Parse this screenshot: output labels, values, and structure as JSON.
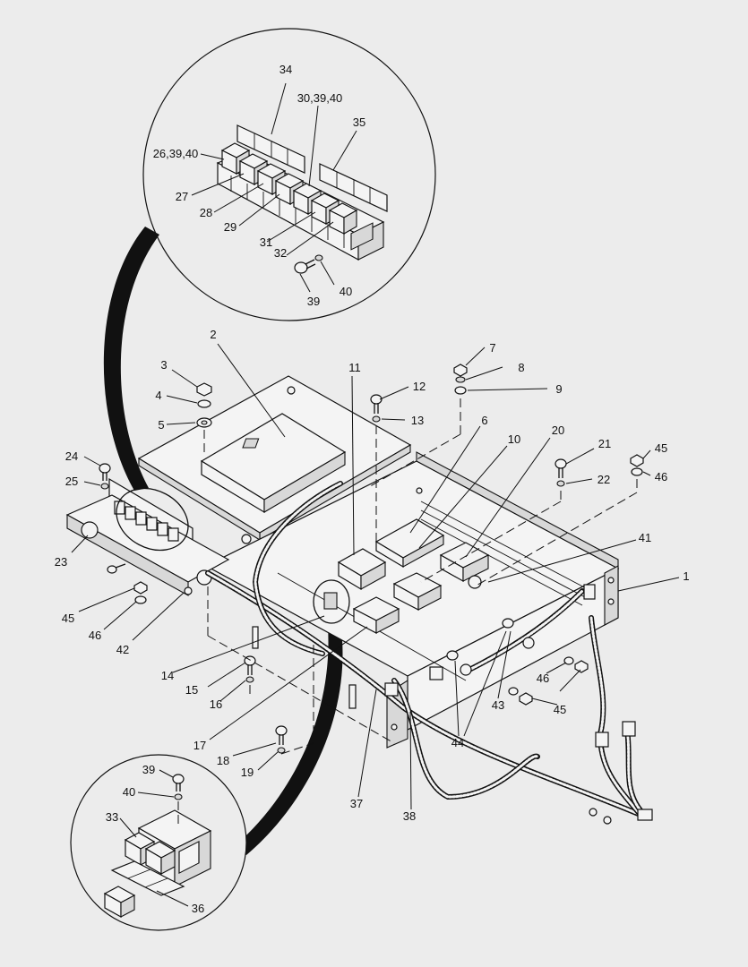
{
  "labels": [
    {
      "id": "34",
      "text": "34"
    },
    {
      "id": "30-39-40",
      "text": "30,39,40"
    },
    {
      "id": "35",
      "text": "35"
    },
    {
      "id": "26-39-40",
      "text": "26,39,40"
    },
    {
      "id": "27",
      "text": "27"
    },
    {
      "id": "28",
      "text": "28"
    },
    {
      "id": "29",
      "text": "29"
    },
    {
      "id": "31",
      "text": "31"
    },
    {
      "id": "32",
      "text": "32"
    },
    {
      "id": "40a",
      "text": "40"
    },
    {
      "id": "39a",
      "text": "39"
    },
    {
      "id": "2",
      "text": "2"
    },
    {
      "id": "3",
      "text": "3"
    },
    {
      "id": "4",
      "text": "4"
    },
    {
      "id": "5",
      "text": "5"
    },
    {
      "id": "11",
      "text": "11"
    },
    {
      "id": "12",
      "text": "12"
    },
    {
      "id": "13",
      "text": "13"
    },
    {
      "id": "7",
      "text": "7"
    },
    {
      "id": "8",
      "text": "8"
    },
    {
      "id": "9",
      "text": "9"
    },
    {
      "id": "6",
      "text": "6"
    },
    {
      "id": "10",
      "text": "10"
    },
    {
      "id": "20",
      "text": "20"
    },
    {
      "id": "21",
      "text": "21"
    },
    {
      "id": "22",
      "text": "22"
    },
    {
      "id": "45a",
      "text": "45"
    },
    {
      "id": "46a",
      "text": "46"
    },
    {
      "id": "24",
      "text": "24"
    },
    {
      "id": "25",
      "text": "25"
    },
    {
      "id": "23",
      "text": "23"
    },
    {
      "id": "41",
      "text": "41"
    },
    {
      "id": "1",
      "text": "1"
    },
    {
      "id": "45b",
      "text": "45"
    },
    {
      "id": "46b",
      "text": "46"
    },
    {
      "id": "42",
      "text": "42"
    },
    {
      "id": "14",
      "text": "14"
    },
    {
      "id": "15",
      "text": "15"
    },
    {
      "id": "16",
      "text": "16"
    },
    {
      "id": "46c",
      "text": "46"
    },
    {
      "id": "43",
      "text": "43"
    },
    {
      "id": "45c",
      "text": "45"
    },
    {
      "id": "44",
      "text": "44"
    },
    {
      "id": "17",
      "text": "17"
    },
    {
      "id": "18",
      "text": "18"
    },
    {
      "id": "19",
      "text": "19"
    },
    {
      "id": "37",
      "text": "37"
    },
    {
      "id": "38",
      "text": "38"
    },
    {
      "id": "39b",
      "text": "39"
    },
    {
      "id": "40b",
      "text": "40"
    },
    {
      "id": "33",
      "text": "33"
    },
    {
      "id": "36",
      "text": "36"
    }
  ]
}
